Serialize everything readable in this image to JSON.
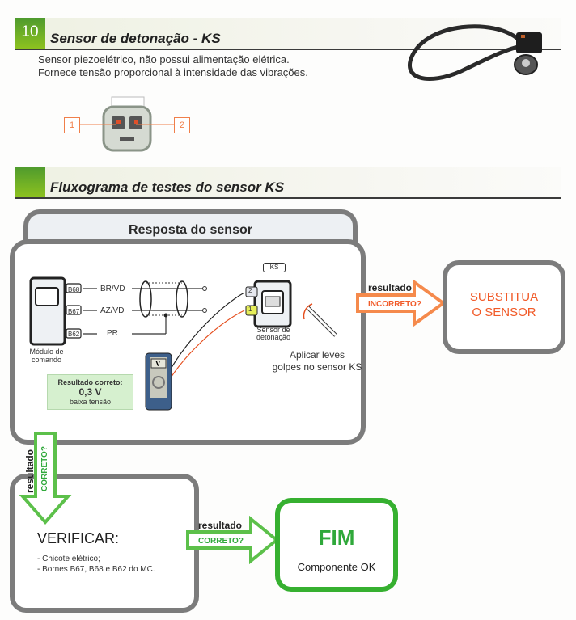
{
  "section1": {
    "number": "10",
    "title": "Sensor de detonação - KS",
    "description_line1": "Sensor piezoelétrico, não possui alimentação elétrica.",
    "description_line2": "Fornece tensão proporcional à intensidade das vibrações.",
    "connector_pins": [
      "1",
      "2"
    ]
  },
  "section2": {
    "title": "Fluxograma de testes do sensor KS"
  },
  "sensor_response": {
    "title": "Resposta do sensor",
    "module_label_line1": "Módulo de",
    "module_label_line2": "comando",
    "terminals": [
      {
        "pin": "B68",
        "wire": "BR/VD"
      },
      {
        "pin": "B67",
        "wire": "AZ/VD"
      },
      {
        "pin": "B62",
        "wire": "PR"
      }
    ],
    "sensor_tag": "KS",
    "sensor_pins": [
      "2",
      "1"
    ],
    "sensor_label_line1": "Sensor de",
    "sensor_label_line2": "detonação",
    "meter_symbol": "V",
    "instruction_line1": "Aplicar leves",
    "instruction_line2": "golpes no sensor KS",
    "result_title": "Resultado correto:",
    "result_value": "0,3 V",
    "result_note": "baixa tensão"
  },
  "incorrect_path": {
    "label_top": "resultado",
    "label_bottom": "INCORRETO?",
    "action_line1": "SUBSTITUA",
    "action_line2": "O SENSOR"
  },
  "correct_down_path": {
    "label_top": "resultado",
    "label_bottom": "CORRETO?"
  },
  "verify": {
    "title": "VERIFICAR:",
    "items": [
      "- Chicote elétrico;",
      "- Bornes B67, B68 e B62 do MC."
    ]
  },
  "correct_right_path": {
    "label_top": "resultado",
    "label_bottom": "CORRETO?"
  },
  "end": {
    "title": "FIM",
    "subtitle": "Componente OK"
  },
  "colors": {
    "accent_green": "#2fa83a",
    "accent_orange": "#f15a28",
    "box_gray": "#7c7c7c",
    "result_fill": "#d6f0cf"
  }
}
